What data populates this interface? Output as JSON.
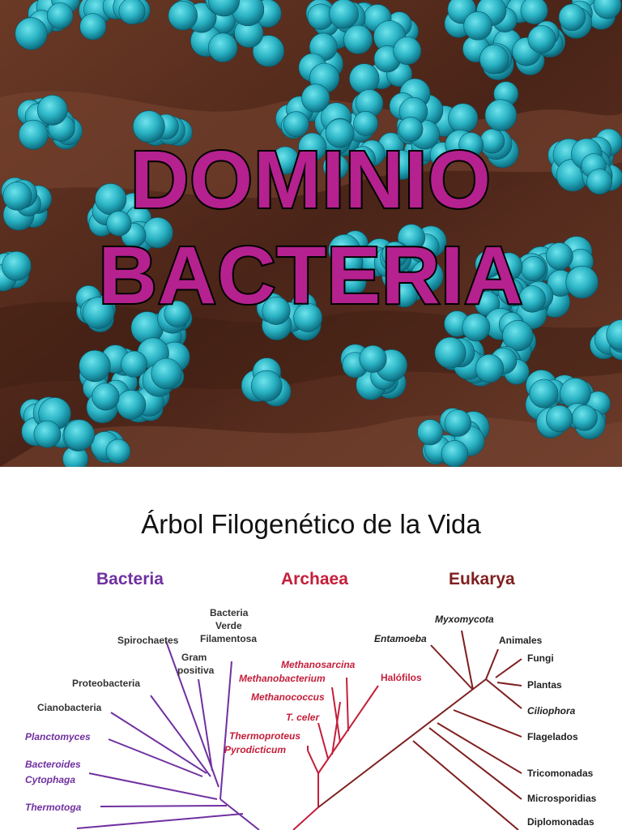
{
  "slide1": {
    "title_line1": "DOMINIO",
    "title_line2": "BACTERIA",
    "title_color": "#b5218f",
    "background_color": "#5c2e1e",
    "bacteria_color": "#2fb8c8"
  },
  "slide2": {
    "title": "Árbol Filogenético de la Vida",
    "domains": {
      "bacteria": "Bacteria",
      "archaea": "Archaea",
      "eukarya": "Eukarya"
    },
    "bacteria_labels": {
      "verde_1": "Bacteria",
      "verde_2": "Verde",
      "verde_3": "Filamentosa",
      "spirochaetes": "Spirochaetes",
      "gram_1": "Gram",
      "gram_2": "positiva",
      "proteobacteria": "Proteobacteria",
      "cianobacteria": "Cianobacteria",
      "planctomyces": "Planctomyces",
      "bacteroides": "Bacteroides",
      "cytophaga": "Cytophaga",
      "thermotoga": "Thermotoga"
    },
    "archaea_labels": {
      "methanosarcina": "Methanosarcina",
      "methanobacterium": "Methanobacterium",
      "halofilos": "Halófilos",
      "methanococcus": "Methanococcus",
      "tceler": "T. celer",
      "thermoproteus": "Thermoproteus",
      "pyrodicticum": "Pyrodicticum"
    },
    "eukarya_labels": {
      "myxomycota": "Myxomycota",
      "entamoeba": "Entamoeba",
      "animales": "Animales",
      "fungi": "Fungi",
      "plantas": "Plantas",
      "ciliophora": "Ciliophora",
      "flagelados": "Flagelados",
      "tricomonadas": "Tricomonadas",
      "microsporidias": "Microsporidias",
      "diplomonadas": "Diplomonadas"
    },
    "colors": {
      "bacteria": "#7030a0",
      "archaea": "#c41e3a",
      "eukarya": "#7f1f1f"
    }
  }
}
